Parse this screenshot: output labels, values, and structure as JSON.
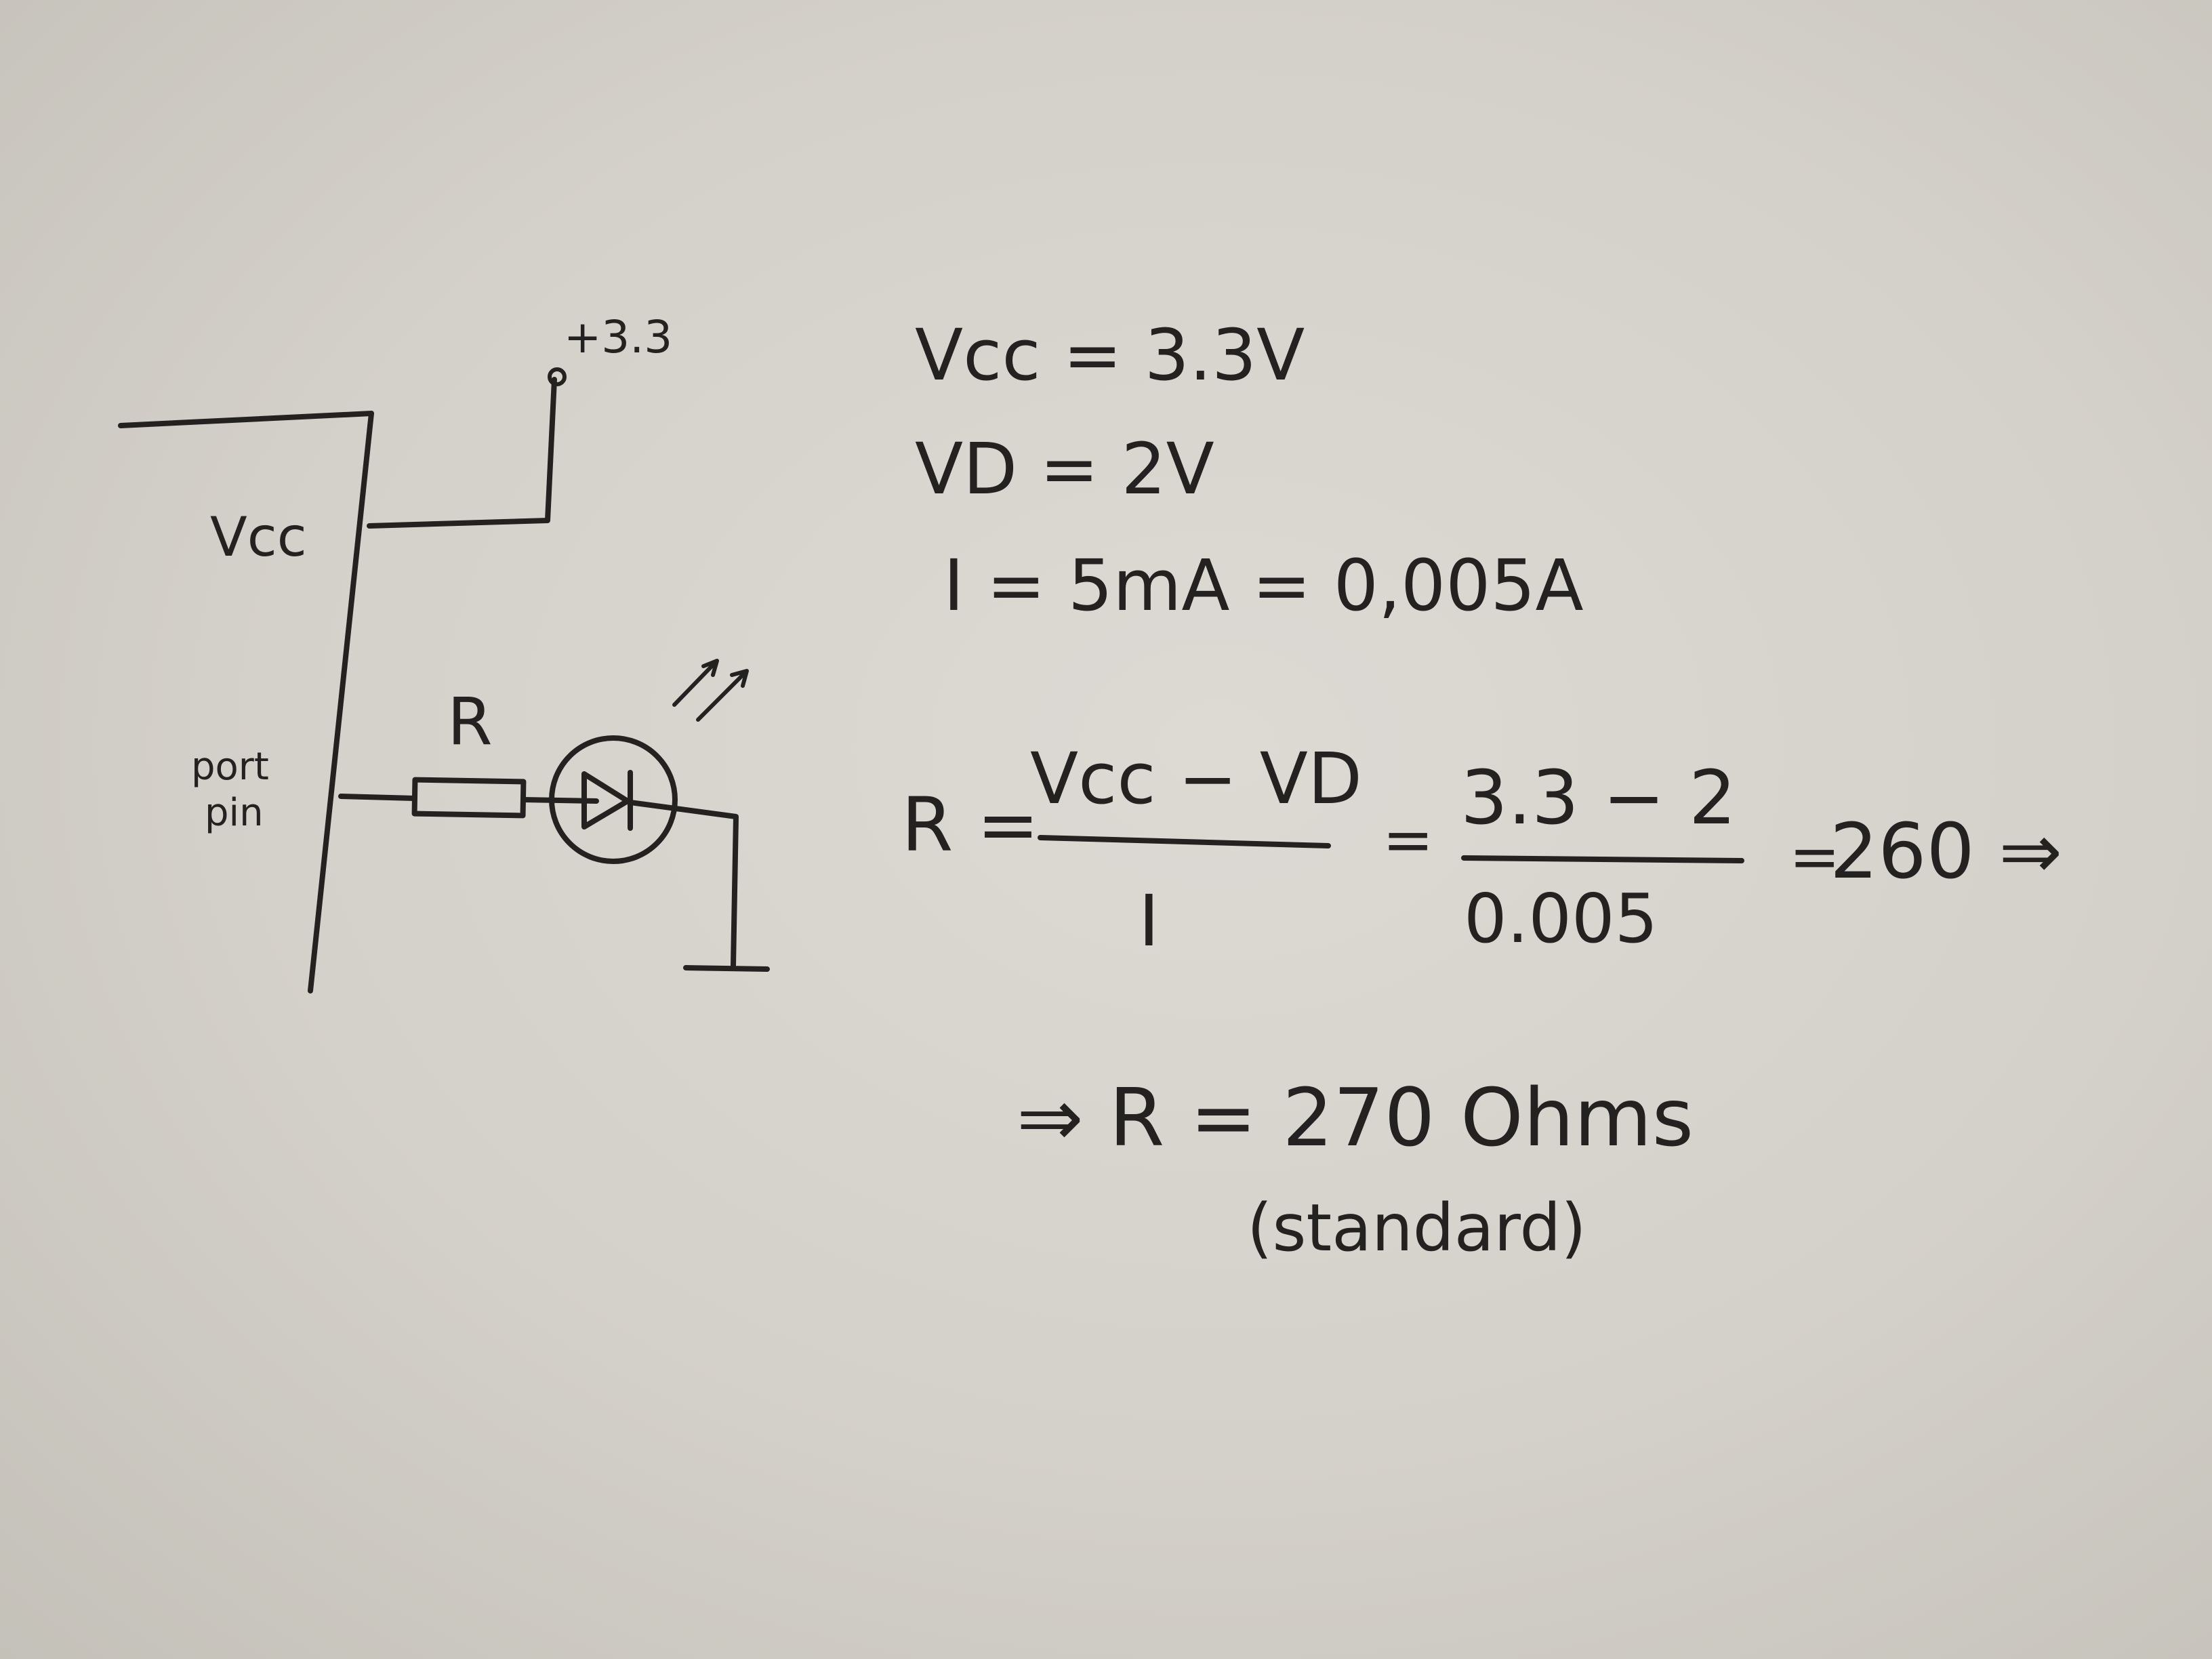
{
  "circuit": {
    "supply_label": "+3.3",
    "chip_label": "Vcc",
    "pin_label_line1": "port",
    "pin_label_line2": "pin",
    "resistor_label": "R"
  },
  "givens": {
    "vcc": "Vcc = 3.3V",
    "vd": "VD = 2V",
    "current": "I = 5mA = 0,005A"
  },
  "formula": {
    "lhs": "R =",
    "numerator": "Vcc − VD",
    "denominator": "I",
    "eq1": "=",
    "num_values": "3.3 − 2",
    "den_values": "0.005",
    "eq2": "=",
    "result": "260 ⇒"
  },
  "conclusion": {
    "line": "⇒ R = 270 Ohms",
    "note": "(standard)"
  }
}
